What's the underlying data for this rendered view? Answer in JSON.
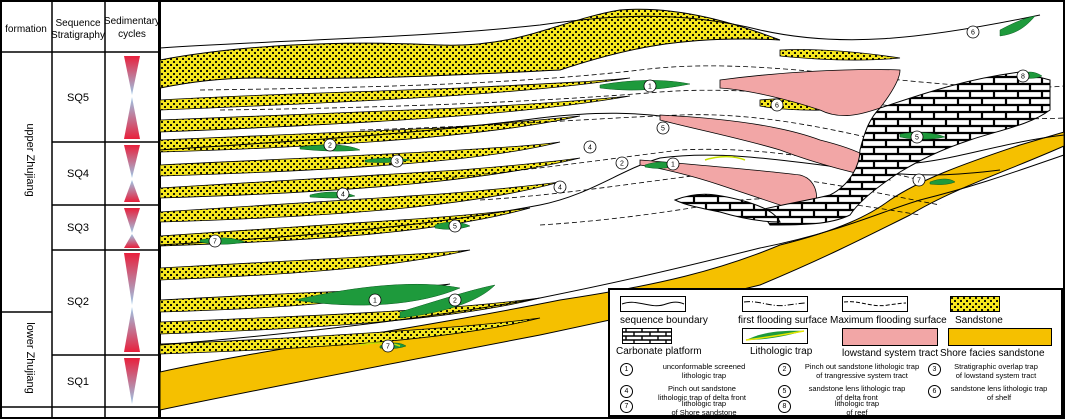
{
  "header": {
    "formation": "formation",
    "sequence_line1": "Sequence",
    "sequence_line2": "Stratigraphy",
    "cycles_line1": "Sedimentary",
    "cycles_line2": "cycles"
  },
  "formations": [
    {
      "label": "upper Zhujiang"
    },
    {
      "label": "lower Zhujiang"
    }
  ],
  "sequences": [
    "SQ5",
    "SQ4",
    "SQ3",
    "SQ2",
    "SQ1"
  ],
  "trap_markers": [
    "1",
    "2",
    "3",
    "4",
    "5",
    "6",
    "7",
    "8"
  ],
  "legend": {
    "items": [
      {
        "key": "sequence_boundary",
        "label": "sequence boundary"
      },
      {
        "key": "first_flooding",
        "label": "first flooding surface"
      },
      {
        "key": "max_flooding",
        "label": "Maximum flooding surface"
      },
      {
        "key": "sandstone",
        "label": "Sandstone"
      },
      {
        "key": "carbonate",
        "label": "Carbonate platform"
      },
      {
        "key": "lithologic_trap",
        "label": "Lithologic trap"
      },
      {
        "key": "lowstand",
        "label": "lowstand system tract"
      },
      {
        "key": "shore",
        "label": "Shore facies sandstone"
      }
    ],
    "traps": [
      {
        "num": "1",
        "line1": "unconformable screened",
        "line2": "lithologic trap"
      },
      {
        "num": "2",
        "line1": "Pinch out sandstone lithologic trap",
        "line2": "of trangressive system tract"
      },
      {
        "num": "3",
        "line1": "Stratigraphic overlap trap",
        "line2": "of lowstand system tract"
      },
      {
        "num": "4",
        "line1": "Pinch out sandstone",
        "line2": "lithologic trap of delta front"
      },
      {
        "num": "5",
        "line1": "sandstone lens lithologic trap",
        "line2": "of delta front"
      },
      {
        "num": "6",
        "line1": "sandstone lens lithologic trap",
        "line2": "of shelf"
      },
      {
        "num": "7",
        "line1": "lithologic trap",
        "line2": "of Shore sandstone"
      },
      {
        "num": "8",
        "line1": "lithologic trap",
        "line2": "of reef"
      }
    ]
  },
  "colors": {
    "sand": "#f7e81e",
    "shore": "#f5c000",
    "trap_green": "#1e9a3c",
    "lowstand_pink": "#f2a6a6",
    "cycle_red": "#e8203c",
    "cycle_blue": "#78b8e0"
  }
}
